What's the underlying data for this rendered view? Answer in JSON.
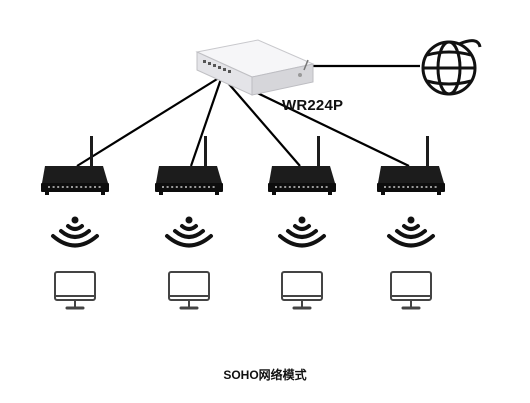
{
  "diagram": {
    "device_label": "WR224P",
    "caption": "SOHO网络模式",
    "colors": {
      "line": "#000000",
      "router_body": "#1c1c1c",
      "monitor": "#444444",
      "wifi": "#111111",
      "gateway_body": "#f1f1f3"
    },
    "icons": [
      "gateway-router-icon",
      "internet-globe-icon",
      "wireless-router-icon",
      "wifi-signal-icon",
      "monitor-icon"
    ],
    "branches": [
      {
        "id": 1
      },
      {
        "id": 2
      },
      {
        "id": 3
      },
      {
        "id": 4
      }
    ]
  }
}
